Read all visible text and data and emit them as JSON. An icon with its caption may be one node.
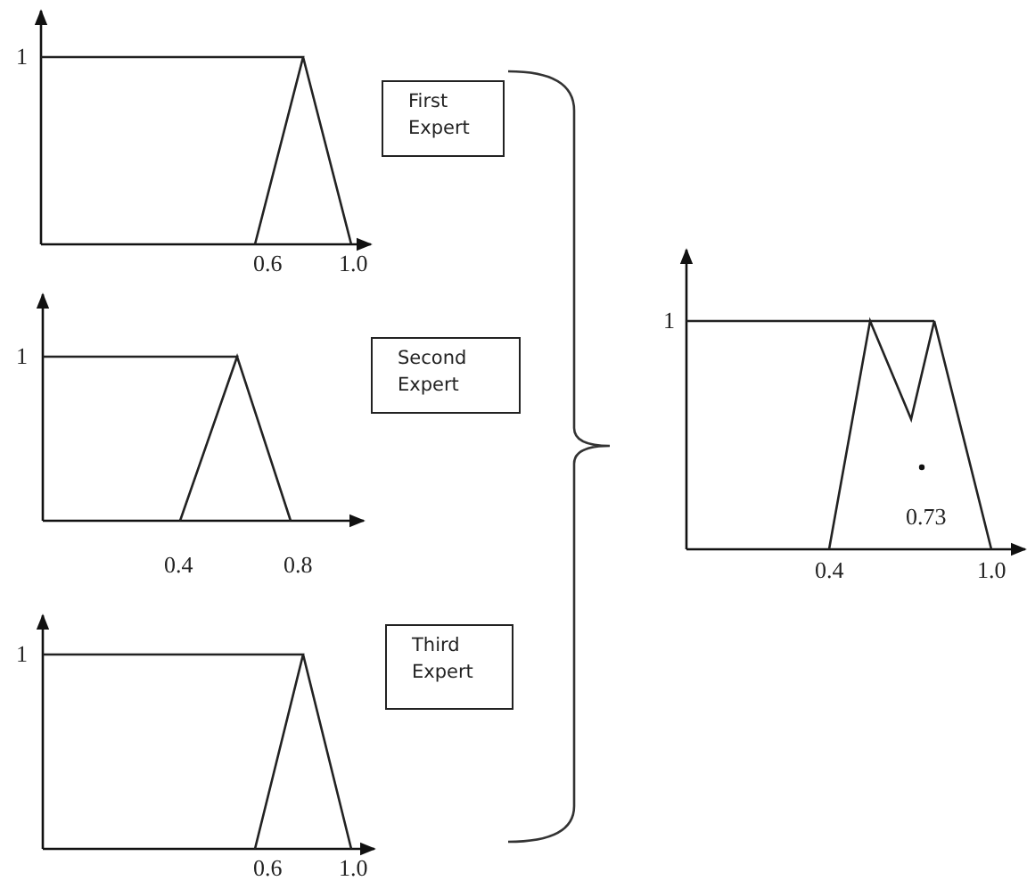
{
  "diagram": {
    "nodes": [
      {
        "text": [
          "First Expert"
        ]
      },
      {
        "text": [
          "Second Expert"
        ]
      },
      {
        "text": [
          "Third Expert"
        ]
      }
    ],
    "labels": [
      "1",
      "0.6",
      "1.0",
      "1",
      "0.4",
      "0.8",
      "1",
      "0.6",
      "1.0",
      "1",
      "0.73",
      "0.4",
      "1.0"
    ]
  }
}
